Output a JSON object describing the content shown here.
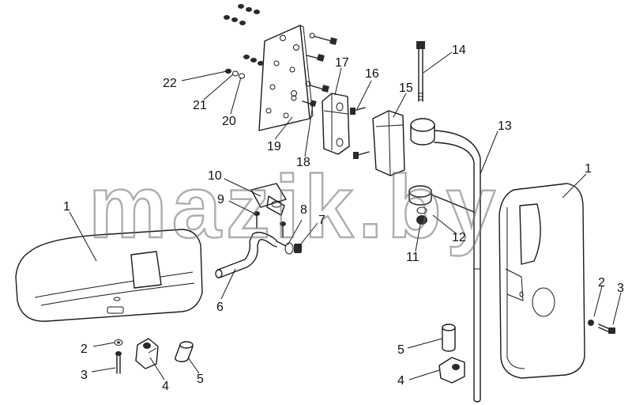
{
  "watermark": "mazik.by",
  "callouts": [
    {
      "id": "c1a",
      "text": "1"
    },
    {
      "id": "c1b",
      "text": "1"
    },
    {
      "id": "c2a",
      "text": "2"
    },
    {
      "id": "c2b",
      "text": "2"
    },
    {
      "id": "c3a",
      "text": "3"
    },
    {
      "id": "c3b",
      "text": "3"
    },
    {
      "id": "c4a",
      "text": "4"
    },
    {
      "id": "c4b",
      "text": "4"
    },
    {
      "id": "c5a",
      "text": "5"
    },
    {
      "id": "c5b",
      "text": "5"
    },
    {
      "id": "c6",
      "text": "6"
    },
    {
      "id": "c7",
      "text": "7"
    },
    {
      "id": "c8",
      "text": "8"
    },
    {
      "id": "c9",
      "text": "9"
    },
    {
      "id": "c10",
      "text": "10"
    },
    {
      "id": "c11",
      "text": "11"
    },
    {
      "id": "c12",
      "text": "12"
    },
    {
      "id": "c13",
      "text": "13"
    },
    {
      "id": "c14",
      "text": "14"
    },
    {
      "id": "c15",
      "text": "15"
    },
    {
      "id": "c16",
      "text": "16"
    },
    {
      "id": "c17",
      "text": "17"
    },
    {
      "id": "c18",
      "text": "18"
    },
    {
      "id": "c19",
      "text": "19"
    },
    {
      "id": "c20",
      "text": "20"
    },
    {
      "id": "c21",
      "text": "21"
    },
    {
      "id": "c22",
      "text": "22"
    }
  ]
}
